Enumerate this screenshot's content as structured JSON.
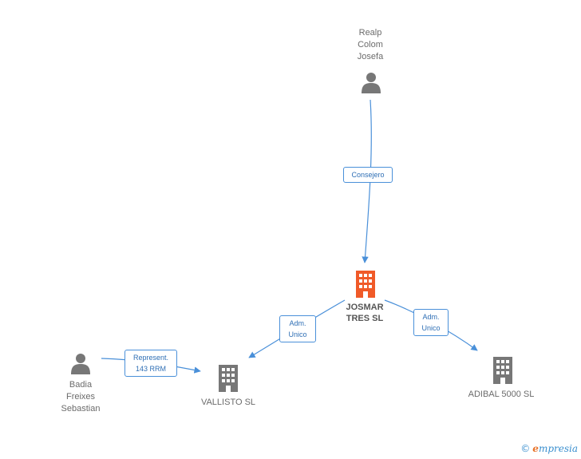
{
  "colors": {
    "edge": "#4a90d9",
    "person_icon": "#777777",
    "company_icon": "#777777",
    "main_company_icon": "#f05a28",
    "brand_blue": "#3a8fcf",
    "brand_orange": "#e8742b"
  },
  "nodes": {
    "realp": {
      "label": "Realp\nColom\nJosefa",
      "icon": "person-icon"
    },
    "badia": {
      "label": "Badia\nFreixes\nSebastian",
      "icon": "person-icon"
    },
    "josmar": {
      "label": "JOSMAR\nTRES SL",
      "icon": "building-icon"
    },
    "vallisto": {
      "label": "VALLISTO SL",
      "icon": "building-icon"
    },
    "adibal": {
      "label": "ADIBAL 5000 SL",
      "icon": "building-icon"
    }
  },
  "edges": {
    "consejero": {
      "label": "Consejero"
    },
    "adm_unico_left": {
      "label": "Adm.\nUnico"
    },
    "adm_unico_right": {
      "label": "Adm.\nUnico"
    },
    "represent": {
      "label": "Represent.\n143 RRM"
    }
  },
  "brand": {
    "copyright": "©",
    "e_letter": "e",
    "rest": "mpresia"
  }
}
